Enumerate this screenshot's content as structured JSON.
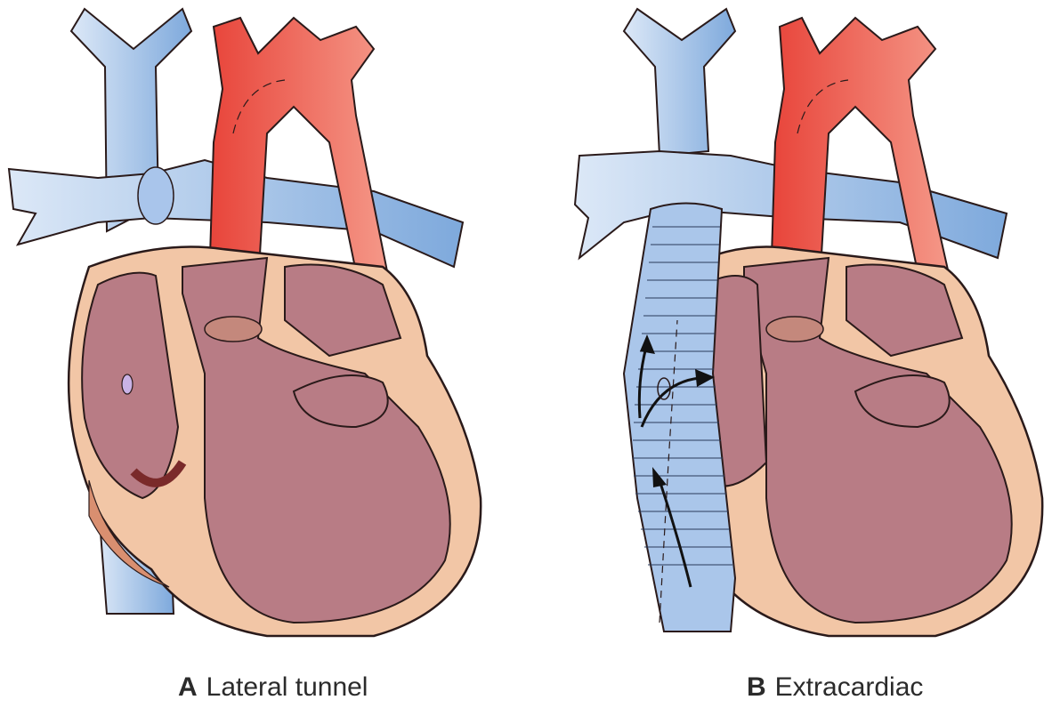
{
  "colors": {
    "vein_blue": "#6f9fd8",
    "vein_light": "#c9dbf1",
    "artery_red": "#e23a2c",
    "artery_light": "#ef8676",
    "heart_wall": "#f2c6a6",
    "heart_wall_dark": "#d98f70",
    "chamber": "#b87c85",
    "outline": "#2a1a1a"
  },
  "panels": [
    {
      "letter": "A",
      "label": "Lateral tunnel"
    },
    {
      "letter": "B",
      "label": "Extracardiac"
    }
  ]
}
